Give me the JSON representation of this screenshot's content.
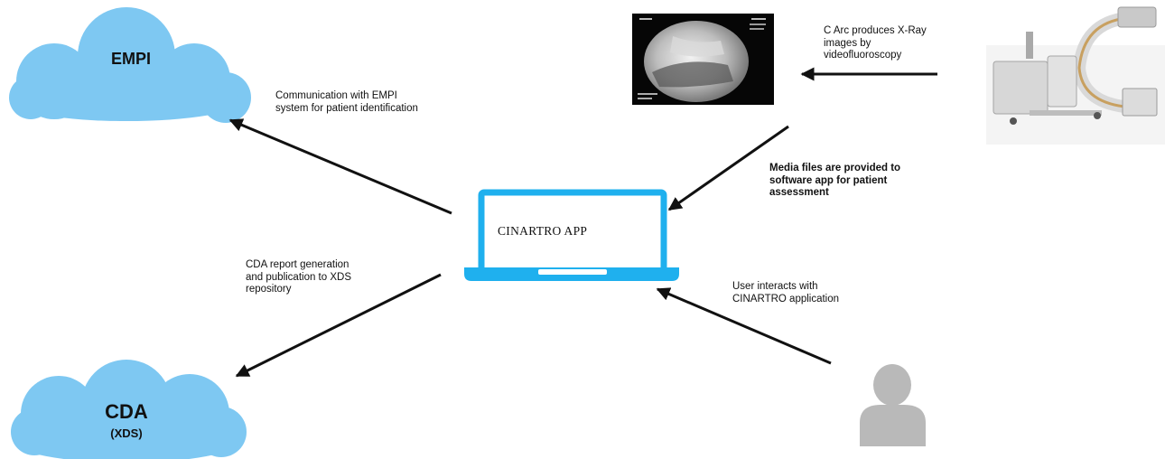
{
  "nodes": {
    "empi": {
      "label": "EMPI"
    },
    "cda": {
      "label": "CDA",
      "sublabel": "(XDS)"
    },
    "app": {
      "label": "CINARTRO APP"
    },
    "xray_screen": {
      "icon": "xray-image-icon"
    },
    "c_arm": {
      "icon": "c-arm-machine-icon"
    },
    "user": {
      "icon": "user-icon"
    }
  },
  "edges": {
    "app_to_empi": "Communication with EMPI\nsystem for patient identification",
    "app_to_cda": "CDA report generation\nand publication to XDS\nrepository",
    "carm_to_xray": "C Arc produces X-Ray\nimages by\nvideofluoroscopy",
    "xray_to_app": "Media files are provided to\nsoftware app for patient\nassessment",
    "user_to_app": "User interacts with\nCINARTRO application"
  },
  "colors": {
    "cloud": "#7ec8f2",
    "laptop": "#1fb0ee",
    "user": "#b9b9b9",
    "arrow": "#111111"
  }
}
